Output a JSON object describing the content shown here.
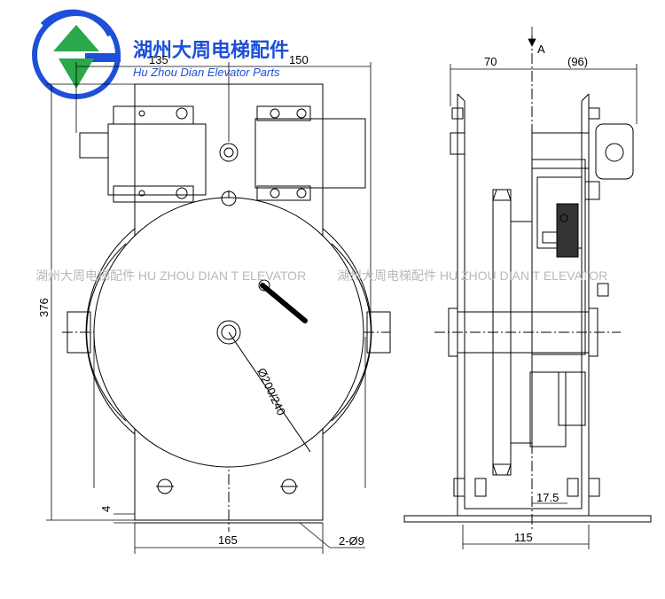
{
  "logo": {
    "name_cn": "湖州大周电梯配件",
    "name_en": "Hu Zhou Dian Elevator Parts"
  },
  "watermark": {
    "left": "湖州大周电梯配件 HU ZHOU DIAN T ELEVATOR",
    "right": "湖州大周电梯配件 HU ZHOU DIAN T ELEVATOR"
  },
  "front_view": {
    "dim_left_top": "135",
    "dim_right_top": "150",
    "dim_height": "376",
    "dim_diameter": "Ø200/240",
    "dim_plate_gap": "4",
    "dim_base_width": "165",
    "dim_holes": "2-Ø9"
  },
  "side_view": {
    "section_label": "A",
    "dim_top_left": "70",
    "dim_top_right": "(96)",
    "dim_offset": "17.5",
    "dim_base_width": "115"
  },
  "colors": {
    "line": "#000000",
    "logo_blue": "#1d4fd8",
    "logo_green": "#2aa84a",
    "watermark": "#b9b9b9"
  }
}
